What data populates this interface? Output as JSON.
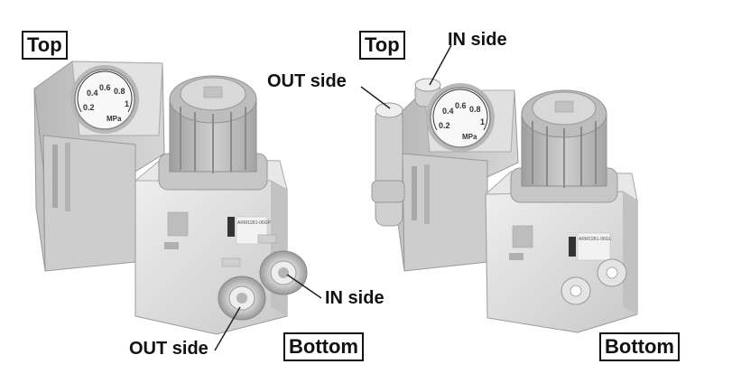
{
  "left_unit": {
    "top_label": "Top",
    "bottom_label": "Bottom",
    "in_label": "IN side",
    "out_label": "OUT side",
    "gauge_ticks": [
      "0.4",
      "0.6",
      "0.8",
      "0.2",
      "1"
    ],
    "gauge_unit": "MPa",
    "model_text": "ARM11B1-06GP"
  },
  "right_unit": {
    "top_label": "Top",
    "bottom_label": "Bottom",
    "in_label": "IN side",
    "out_label": "OUT side",
    "gauge_ticks": [
      "0.4",
      "0.6",
      "0.8",
      "0.2",
      "1"
    ],
    "gauge_unit": "MPa",
    "model_text": "ARM11B1-06GL"
  },
  "colors": {
    "body": "#dcdcdc",
    "body_shadow": "#bdbdbd",
    "body_dark": "#a9a9a9",
    "knob": "#b9b9b9",
    "fitting": "#c8c8c8",
    "line": "#222222"
  }
}
